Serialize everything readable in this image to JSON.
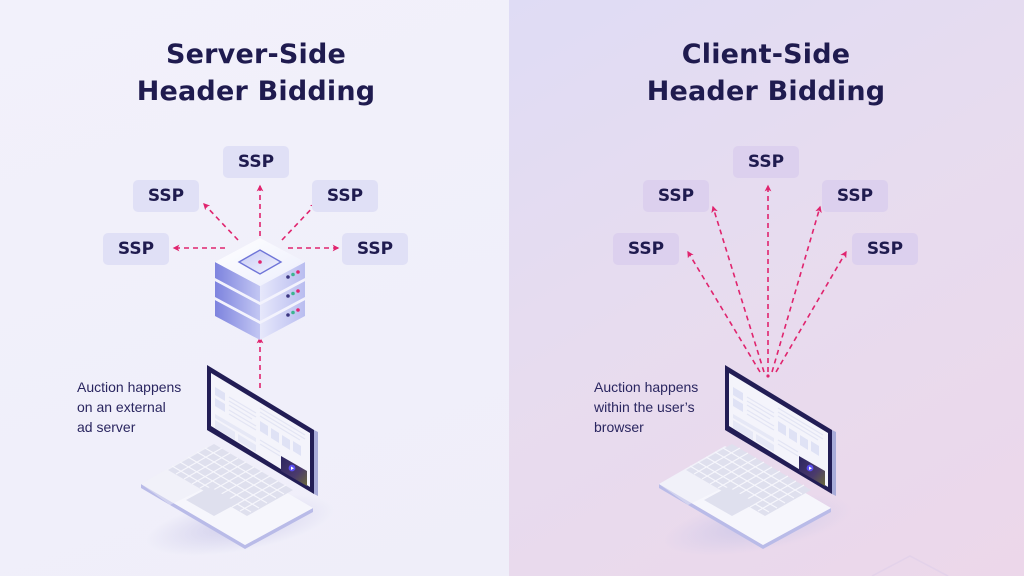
{
  "server_side": {
    "title_lines": [
      "Server-Side",
      "Header Bidding"
    ],
    "ssp_labels": [
      "SSP",
      "SSP",
      "SSP",
      "SSP",
      "SSP"
    ],
    "caption_lines": [
      "Auction happens",
      "on an external",
      "ad server"
    ],
    "icons": [
      "server-icon",
      "laptop-icon",
      "arrow-icon"
    ]
  },
  "client_side": {
    "title_lines": [
      "Client-Side",
      "Header Bidding"
    ],
    "ssp_labels": [
      "SSP",
      "SSP",
      "SSP",
      "SSP",
      "SSP"
    ],
    "caption_lines": [
      "Auction happens",
      "within the user’s",
      "browser"
    ],
    "icons": [
      "laptop-icon",
      "arrow-icon"
    ]
  },
  "colors": {
    "title": "#1f1b4f",
    "arrow": "#e0246e",
    "screen_bezel": "#221d55",
    "server": "#8d92e4"
  }
}
